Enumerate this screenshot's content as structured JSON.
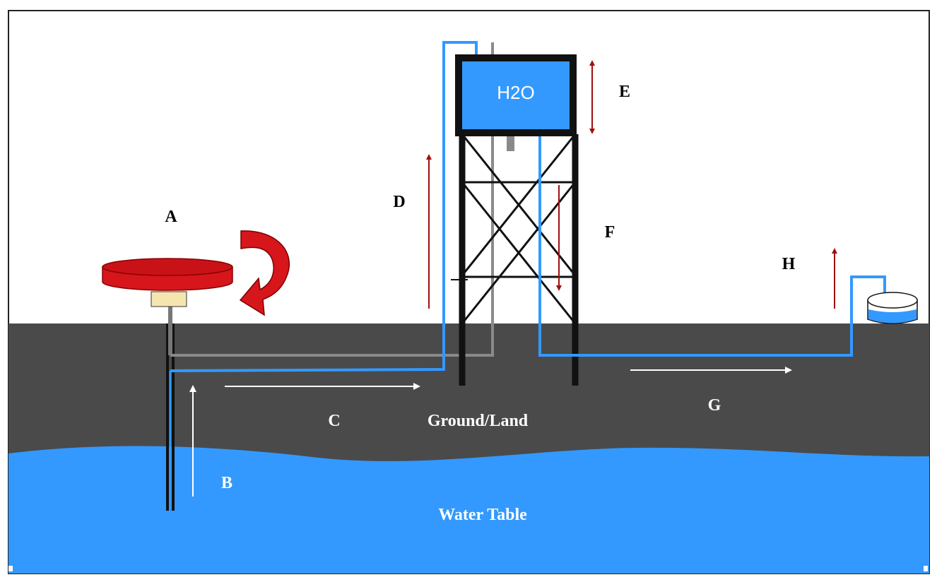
{
  "diagram": {
    "labels": {
      "a": "A",
      "b": "B",
      "c": "C",
      "d": "D",
      "e": "E",
      "f": "F",
      "g": "G",
      "h": "H"
    },
    "tank_label": "H2O",
    "ground_label": "Ground/Land",
    "water_label": "Water Table"
  },
  "colors": {
    "sky": "#ffffff",
    "ground": "#4a4a4a",
    "water": "#3399ff",
    "tank": "#3399ff",
    "tower": "#111111",
    "pipe_blue": "#3399ff",
    "pipe_gray": "#8a8a8a",
    "turbine": "#d6161b",
    "arrow_red": "#a01010",
    "arrow_white": "#ffffff"
  },
  "icons": {
    "rotation": "curved-rotation-arrow-icon",
    "turbine": "wind-turbine-disc-icon",
    "tank": "water-tank-icon",
    "cup": "water-cup-icon"
  }
}
